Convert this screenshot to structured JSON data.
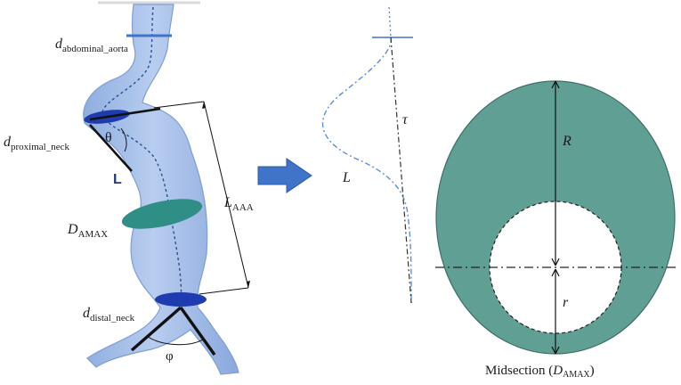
{
  "labels": {
    "abdominal_aorta": {
      "main": "d",
      "sub": "abdominal_aorta"
    },
    "proximal_neck": {
      "main": "d",
      "sub": "proximal_neck"
    },
    "theta": "θ",
    "L_marker": "L",
    "L_AAA": {
      "main": "L",
      "sub": "AAA"
    },
    "D_AMAX": {
      "main": "D",
      "sub": "AMAX"
    },
    "distal_neck": {
      "main": "d",
      "sub": "distal_neck"
    },
    "phi": "φ",
    "L_profile": "L",
    "tau": "τ",
    "R": "R",
    "r": "r",
    "midsection": {
      "prefix": "Midsection (",
      "main": "D",
      "sub": "AMAX",
      "suffix": ")"
    }
  },
  "colors": {
    "vessel": "#a8c2e8",
    "vessel_edge": "#7e9fd3",
    "neck_disc": "#1f3bb0",
    "amax_disc": "#2f8f86",
    "cross_section": "#5f9f94",
    "arrow": "#3f74c9",
    "profile_line": "#5b8fd6"
  },
  "icons": {
    "arrow": "right-arrow-icon"
  }
}
